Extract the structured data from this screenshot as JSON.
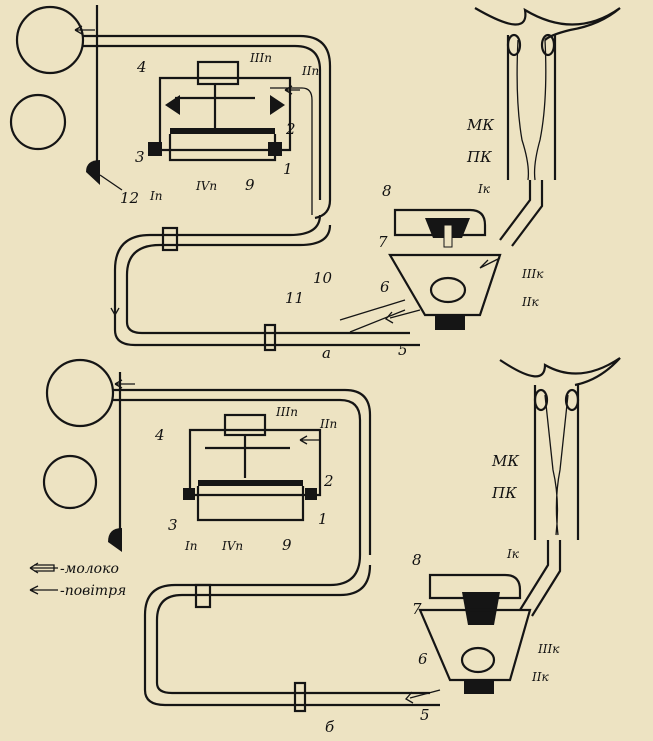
{
  "diagram": {
    "subfigures": [
      {
        "tag": "а",
        "labels": {
          "n1": "1",
          "n2": "2",
          "n3": "3",
          "n4": "4",
          "n5": "5",
          "n6": "6",
          "n7": "7",
          "n8": "8",
          "n9": "9",
          "n10": "10",
          "n11": "11",
          "n12": "12",
          "chamber_I_p": "Iп",
          "chamber_II_p": "IIп",
          "chamber_III_p": "IIIп",
          "chamber_IV_p": "IVп",
          "chamber_I_k": "Iк",
          "chamber_II_k": "IIк",
          "chamber_III_k": "IIIк",
          "mk": "МК",
          "pk": "ПК"
        }
      },
      {
        "tag": "б",
        "labels": {
          "n1": "1",
          "n2": "2",
          "n3": "3",
          "n4": "4",
          "n5": "5",
          "n6": "6",
          "n7": "7",
          "n8": "8",
          "n9": "9",
          "chamber_I_p": "Iп",
          "chamber_II_p": "IIп",
          "chamber_III_p": "IIIп",
          "chamber_IV_p": "IVп",
          "chamber_I_k": "Iк",
          "chamber_II_k": "IIк",
          "chamber_III_k": "IIIк",
          "mk": "МК",
          "pk": "ПК"
        }
      }
    ],
    "legend": {
      "milk": "-молоко",
      "air": "-повітря"
    }
  }
}
